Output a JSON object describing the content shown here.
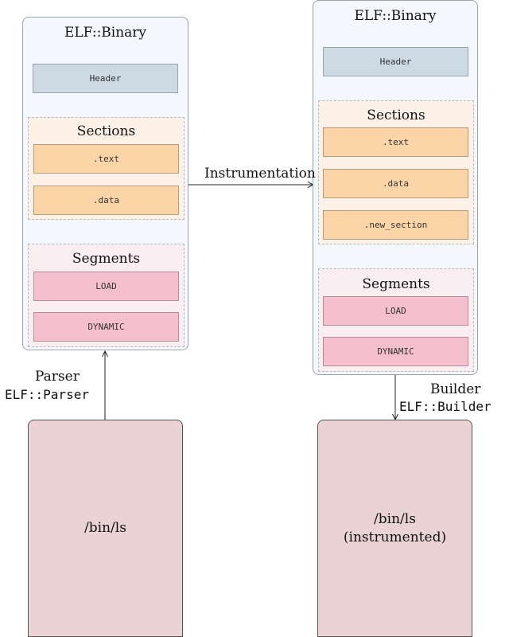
{
  "left_binary": {
    "title": "ELF::Binary",
    "header": "Header",
    "sections_title": "Sections",
    "sections": [
      ".text",
      ".data"
    ],
    "segments_title": "Segments",
    "segments": [
      "LOAD",
      "DYNAMIC"
    ]
  },
  "right_binary": {
    "title": "ELF::Binary",
    "header": "Header",
    "sections_title": "Sections",
    "sections": [
      ".text",
      ".data",
      ".new_section"
    ],
    "segments_title": "Segments",
    "segments": [
      "LOAD",
      "DYNAMIC"
    ]
  },
  "edges": {
    "instrumentation": "Instrumentation",
    "parser": "Parser",
    "parser_api": "ELF::Parser",
    "builder": "Builder",
    "builder_api": "ELF::Builder"
  },
  "files": {
    "input": "/bin/ls",
    "output_line1": "/bin/ls",
    "output_line2": "(instrumented)"
  }
}
